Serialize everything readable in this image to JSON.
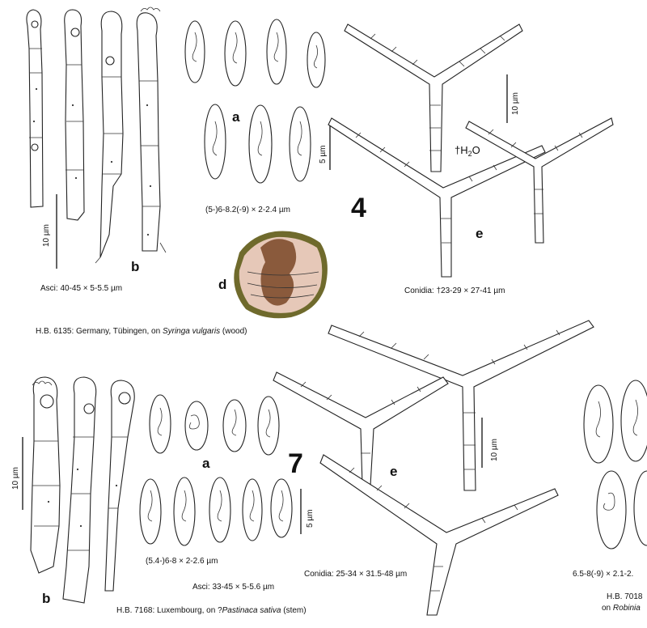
{
  "colors": {
    "ink": "#222222",
    "section_fill": "#c8a08a",
    "section_rim": "#6f6a2c",
    "section_core": "#8a5a3c"
  },
  "plate4": {
    "number": "4",
    "letters": {
      "a": "a",
      "b": "b",
      "d": "d",
      "e": "e"
    },
    "asci_caption": "Asci: 40-45 × 5-5.5 µm",
    "ascospore_caption": "(5-)6-8.2(-9) × 2-2.4 µm",
    "conidia_caption": "Conidia: †23-29 × 27-41 µm",
    "water_note": {
      "prefix": "†H",
      "sub": "2",
      "suffix": "O"
    },
    "scale_asci": "10 µm",
    "scale_spores": "5 µm",
    "scale_conidia": "10 µm",
    "specimen": {
      "prefix": "H.B. 6135: Germany, Tübingen, on ",
      "host": "Syringa vulgaris",
      "suffix": " (wood)"
    }
  },
  "plate7": {
    "number": "7",
    "letters": {
      "a": "a",
      "b": "b",
      "e": "e"
    },
    "asci_caption": "Asci: 33-45 × 5-5.6 µm",
    "ascospore_caption": "(5.4-)6-8 × 2-2.6 µm",
    "conidia_caption": "Conidia: 25-34 × 31.5-48 µm",
    "scale_asci": "10 µm",
    "scale_spores": "5 µm",
    "scale_conidia": "10 µm",
    "specimen": {
      "prefix": "H.B. 7168: Luxembourg, on ?",
      "host": "Pastinaca sativa",
      "suffix": " (stem)"
    }
  },
  "plate_right": {
    "spore_caption": "6.5-8(-9) × 2.1-2.",
    "specimen_line1": "H.B. 7018",
    "specimen_line2_prefix": "on ",
    "specimen_line2_host": "Robinia"
  }
}
